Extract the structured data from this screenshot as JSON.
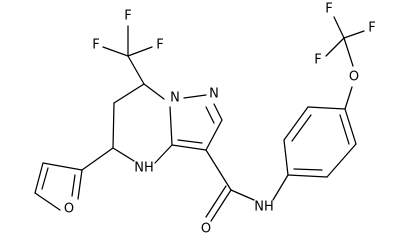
{
  "molecule": {
    "atom_labels": {
      "f1": "F",
      "f2": "F",
      "f3": "F",
      "f4": "F",
      "f5": "F",
      "f6": "F",
      "o_ether": "O",
      "n_ring_1": "N",
      "n_ring_2": "N",
      "nh_ring": "NH",
      "nh_amide": "NH",
      "o_furan": "O",
      "o_carbonyl": "O"
    },
    "colors": {
      "bond": "#000000",
      "label": "#000000",
      "background": "#ffffff"
    }
  }
}
